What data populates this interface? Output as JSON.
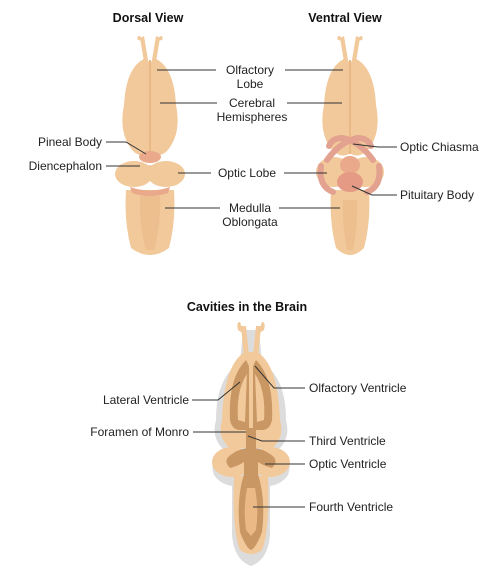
{
  "titles": {
    "dorsal": "Dorsal View",
    "ventral": "Ventral View",
    "cavities": "Cavities in the Brain"
  },
  "labels": {
    "olfactory_lobe": [
      "Olfactory",
      "Lobe"
    ],
    "cerebral_hemispheres": [
      "Cerebral",
      "Hemispheres"
    ],
    "pineal_body": "Pineal Body",
    "diencephalon": "Diencephalon",
    "optic_lobe": "Optic Lobe",
    "medulla_oblongata": [
      "Medulla",
      "Oblongata"
    ],
    "optic_chiasma": "Optic Chiasma",
    "pituitary_body": "Pituitary Body",
    "lateral_ventricle": "Lateral Ventricle",
    "olfactory_ventricle": "Olfactory Ventricle",
    "foramen_of_monro": "Foramen of Monro",
    "third_ventricle": "Third Ventricle",
    "optic_ventricle": "Optic Ventricle",
    "fourth_ventricle": "Fourth Ventricle"
  },
  "colors": {
    "tissue": "#f2c99b",
    "tissue_shade": "#eab985",
    "cavity": "#c99763",
    "nerve": "#e3a18f"
  }
}
